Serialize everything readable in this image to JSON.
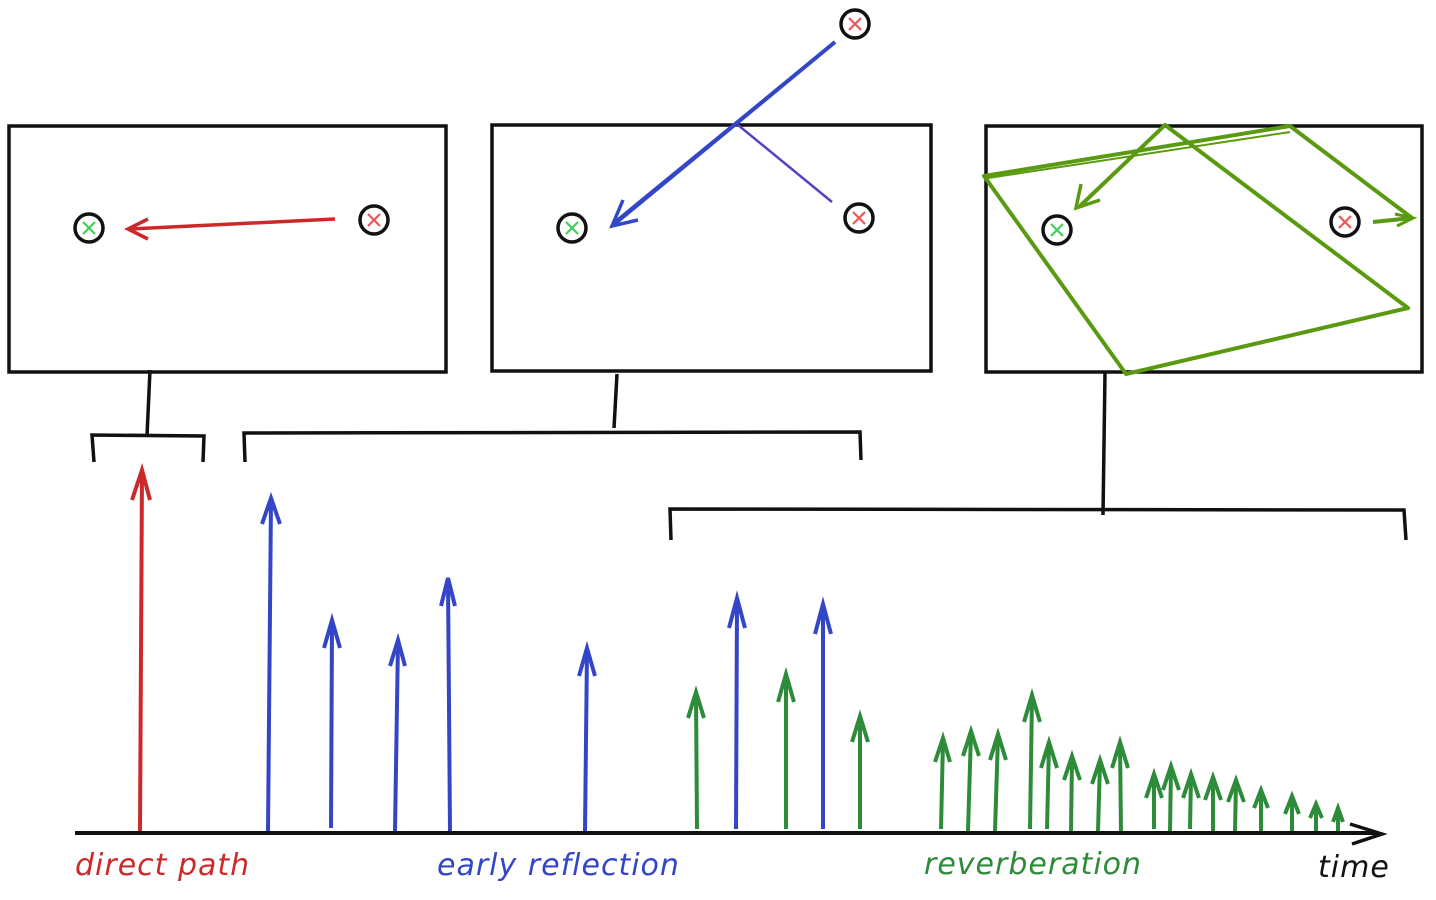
{
  "labels": {
    "direct_path": "direct path",
    "early_reflection": "early reflection",
    "reverberation": "reverberation",
    "time": "time"
  },
  "colors": {
    "direct": "#cc2a2a",
    "early": "#3346c8",
    "reverb": "#2e8b3a",
    "reverb_path": "#5a9a10",
    "ink": "#111111",
    "listener_mark": "#3ecf5a",
    "source_mark": "#ee5555"
  },
  "icons": {
    "listener": "listener-circle-x-icon",
    "source": "source-circle-x-icon"
  }
}
